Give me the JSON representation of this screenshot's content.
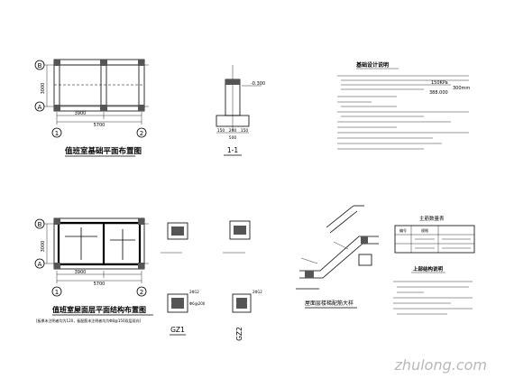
{
  "plan1": {
    "title": "值班室基础平面布置图",
    "axis_b": "B",
    "axis_a": "A",
    "axis_1": "1",
    "axis_2": "2",
    "dim_left": "3000",
    "dim_span": "3900",
    "dim_total": "5700"
  },
  "section": {
    "title": "1-1",
    "elev_top": "-0.300",
    "dim_a": "150",
    "dim_b": "200",
    "dim_c": "150",
    "dim_w": "500"
  },
  "notes1": {
    "heading": "基础设计说明",
    "values": [
      "150KPa",
      "300mm",
      "388.000"
    ]
  },
  "plan2": {
    "title": "值班室屋面层平面结构布置图",
    "axis_b": "B",
    "axis_a": "A",
    "axis_1": "1",
    "axis_2": "2",
    "dim_left": "3000",
    "dim_span": "3900",
    "dim_total": "5700",
    "subtitle": "[板厚未注明者均为120，板配筋未注明者均为Φ8@150双层双向]"
  },
  "details": {
    "gz1": "GZ1",
    "gz2": "GZ2",
    "bar_a": "2Φ12",
    "bar_b": "2Φ12",
    "tie": "Φ6@200"
  },
  "stair": {
    "title": "屋面层楼梯配筋大样"
  },
  "table": {
    "title": "主筋数量表",
    "cols": [
      "编号",
      "规格"
    ]
  },
  "notes2": {
    "heading": "上部结构说明"
  },
  "watermark": "zhulong.com"
}
